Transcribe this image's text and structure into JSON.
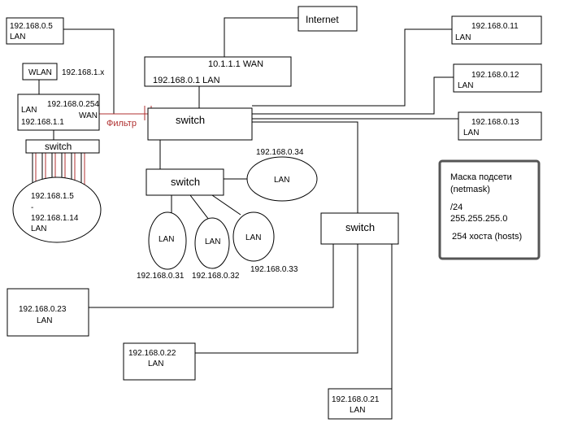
{
  "nodes": {
    "internet": {
      "label": "Internet"
    },
    "main_router": {
      "wan": "10.1.1.1  WAN",
      "lan": "192.168.0.1 LAN"
    },
    "main_switch": {
      "label": "switch"
    },
    "host_5": {
      "ip": "192.168.0.5",
      "lan": "LAN"
    },
    "wlan": {
      "label": "WLAN",
      "subnet": "192.168.1.x"
    },
    "local_router": {
      "lan_label": "LAN",
      "lan_ip": "192.168.1.1",
      "wan_ip": "192.168.0.254",
      "wan_label": "WAN"
    },
    "filter": {
      "label": "Фильтр"
    },
    "small_switch": {
      "label": "switch"
    },
    "client_pool": {
      "start": "192.168.1.5",
      "dash": "-",
      "end": "192.168.1.14",
      "lan": "LAN"
    },
    "mid_switch": {
      "label": "switch"
    },
    "lan_34": {
      "lan": "LAN",
      "ip": "192.168.0.34"
    },
    "lan_31": {
      "lan": "LAN",
      "ip": "192.168.0.31"
    },
    "lan_32": {
      "lan": "LAN",
      "ip": "192.168.0.32"
    },
    "lan_33": {
      "lan": "LAN",
      "ip": "192.168.0.33"
    },
    "host_11": {
      "ip": "192.168.0.11",
      "lan": "LAN"
    },
    "host_12": {
      "ip": "192.168.0.12",
      "lan": "LAN"
    },
    "host_13": {
      "ip": "192.168.0.13",
      "lan": "LAN"
    },
    "switch2": {
      "label": "switch"
    },
    "host_23": {
      "ip": "192.168.0.23",
      "lan": "LAN"
    },
    "host_22": {
      "ip": "192.168.0.22",
      "lan": "LAN"
    },
    "host_21": {
      "ip": "192.168.0.21",
      "lan": "LAN"
    }
  },
  "note": {
    "title": "Маска подсети",
    "subtitle": "(netmask)",
    "prefix": "/24",
    "mask": "255.255.255.0",
    "hosts": "254 хоста (hosts)"
  },
  "colors": {
    "filter": "#b03030",
    "note_border": "#555555"
  }
}
